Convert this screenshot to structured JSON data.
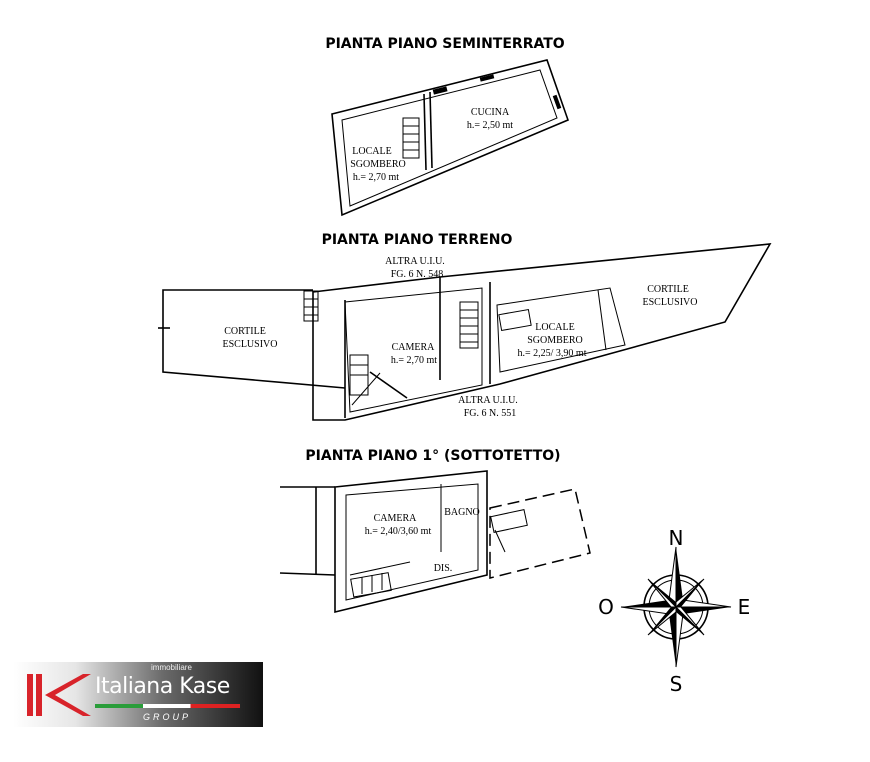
{
  "basement": {
    "title": "PIANTA PIANO SEMINTERRATO",
    "rooms": [
      {
        "name": "CUCINA",
        "height": "h.= 2,50 mt"
      },
      {
        "name_line1": "LOCALE",
        "name_line2": "SGOMBERO",
        "height": "h.= 2,70 mt"
      }
    ]
  },
  "ground": {
    "title": "PIANTA PIANO TERRENO",
    "neighbor_top": {
      "line1": "ALTRA U.I.U.",
      "line2": "FG. 6 N. 548"
    },
    "neighbor_bottom": {
      "line1": "ALTRA U.I.U.",
      "line2": "FG. 6 N. 551"
    },
    "courtyard_left": {
      "line1": "CORTILE",
      "line2": "ESCLUSIVO"
    },
    "camera": {
      "name": "CAMERA",
      "height": "h.= 2,70 mt"
    },
    "storage": {
      "line1": "LOCALE",
      "line2": "SGOMBERO",
      "height": "h.= 2,25/ 3,90 mt"
    },
    "courtyard_right": {
      "line1": "CORTILE",
      "line2": "ESCLUSIVO"
    }
  },
  "first": {
    "title": "PIANTA PIANO 1° (SOTTOTETTO)",
    "camera": {
      "name": "CAMERA",
      "height": "h.= 2,40/3,60 mt"
    },
    "bath": "BAGNO",
    "hall": "DIS."
  },
  "compass": {
    "n": "N",
    "s": "S",
    "e": "E",
    "w": "O"
  },
  "logo": {
    "prefix": "immobiliare",
    "name": "Italiana Kase",
    "suffix": "GROUP",
    "colors": {
      "red": "#d8232a",
      "green": "#2a9d3a"
    }
  }
}
